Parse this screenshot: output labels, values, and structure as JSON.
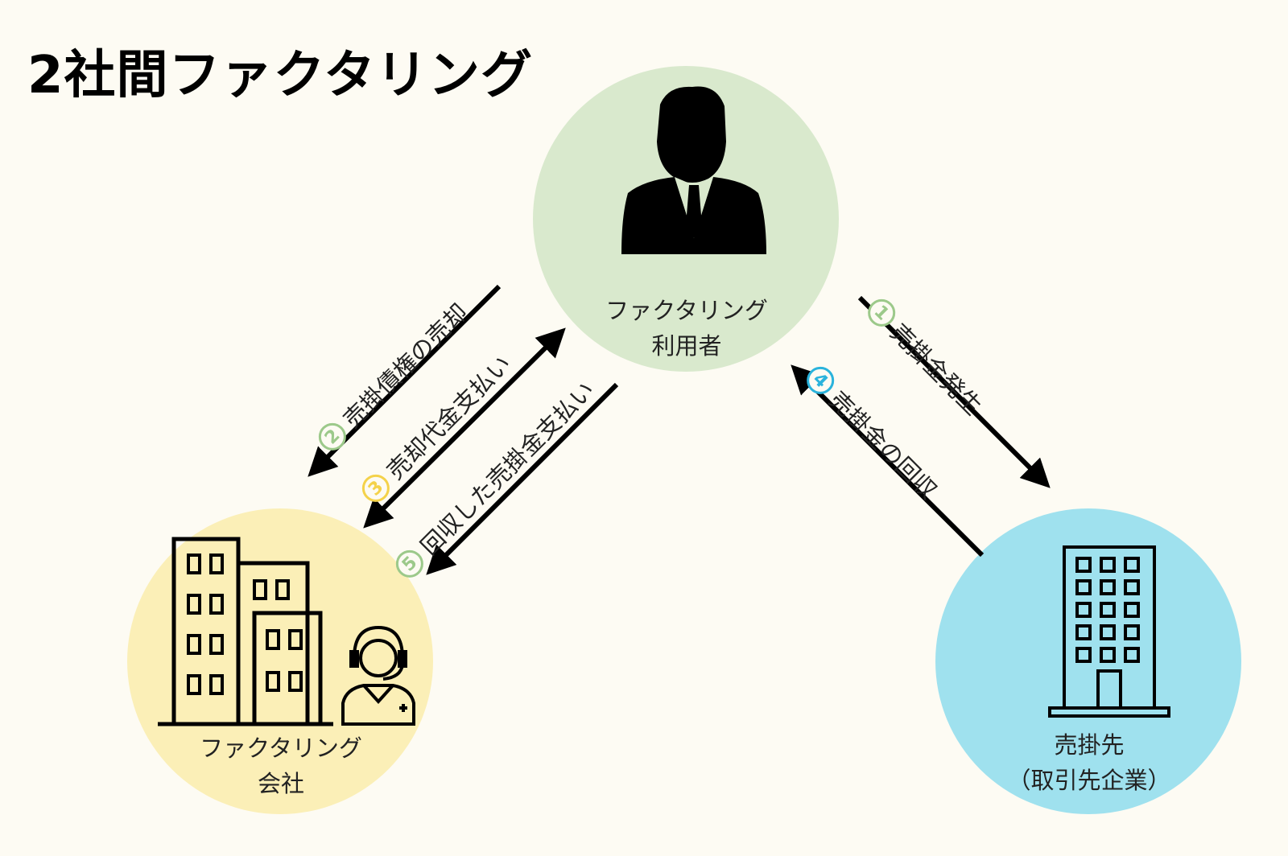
{
  "title": "2社間ファクタリング",
  "nodes": {
    "user": {
      "line1": "ファクタリング",
      "line2": "利用者",
      "color": "#d9e9cd"
    },
    "company": {
      "line1": "ファクタリング",
      "line2": "会社",
      "color": "#fbefb7"
    },
    "customer": {
      "line1": "売掛先",
      "line2": "（取引先企業）",
      "color": "#9fe1ee"
    }
  },
  "steps": [
    {
      "num": "1",
      "label": "売掛金発生",
      "color": "#9cc98a",
      "text_color": "#9cc98a"
    },
    {
      "num": "2",
      "label": "売掛債権の売却",
      "color": "#9cc98a",
      "text_color": "#9cc98a"
    },
    {
      "num": "3",
      "label": "売却代金支払い",
      "color": "#f4d24a",
      "text_color": "#f4d24a"
    },
    {
      "num": "4",
      "label": "売掛金の回収",
      "color": "#2ab3dc",
      "text_color": "#2ab3dc"
    },
    {
      "num": "5",
      "label": "回収した売掛金支払い",
      "color": "#9cc98a",
      "text_color": "#9cc98a"
    }
  ]
}
